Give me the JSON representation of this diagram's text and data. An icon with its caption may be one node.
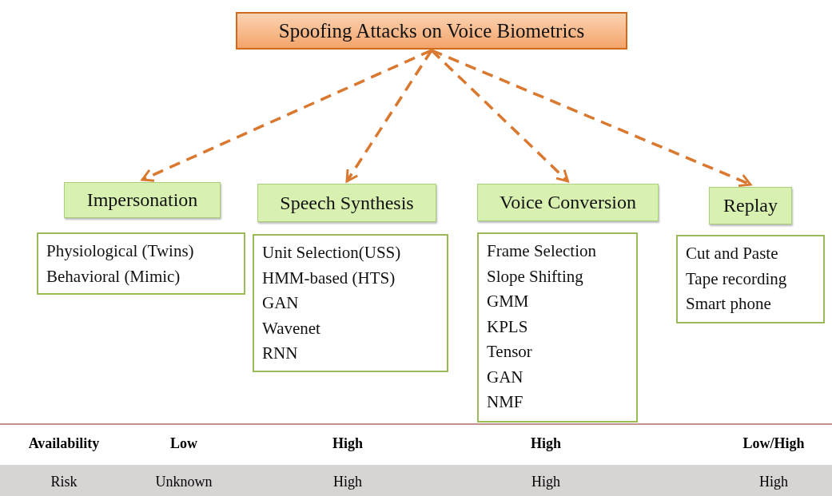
{
  "diagram": {
    "nodes": [
      {
        "text": [
          "Spoofing Attacks on Voice Biometrics"
        ]
      },
      {
        "text": [
          "Impersonation"
        ]
      },
      {
        "text": [
          "Speech Synthesis"
        ]
      },
      {
        "text": [
          "Voice Conversion"
        ]
      },
      {
        "text": [
          "Replay"
        ]
      },
      {
        "text": [
          "Physiological (Twins)",
          "Behavioral (Mimic)"
        ]
      },
      {
        "text": [
          "Unit Selection(USS)",
          "HMM-based (HTS)",
          "GAN",
          "Wavenet",
          "RNN"
        ]
      },
      {
        "text": [
          "Frame Selection",
          "Slope Shifting",
          "GMM",
          "KPLS",
          "Tensor",
          "GAN",
          "NMF"
        ]
      },
      {
        "text": [
          "Cut and Paste",
          "Tape recording",
          "Smart phone"
        ]
      }
    ],
    "edges": [
      {
        "from": 0,
        "to": 1,
        "arrow": "to",
        "style": "dashed"
      },
      {
        "from": 0,
        "to": 2,
        "arrow": "to",
        "style": "dashed"
      },
      {
        "from": 0,
        "to": 3,
        "arrow": "to",
        "style": "dashed"
      },
      {
        "from": 0,
        "to": 4,
        "arrow": "to",
        "style": "dashed"
      }
    ],
    "labels": [
      "Availability",
      "Low",
      "High",
      "High",
      "Low/High",
      "Risk",
      "Unknown",
      "High",
      "High",
      "High"
    ]
  }
}
